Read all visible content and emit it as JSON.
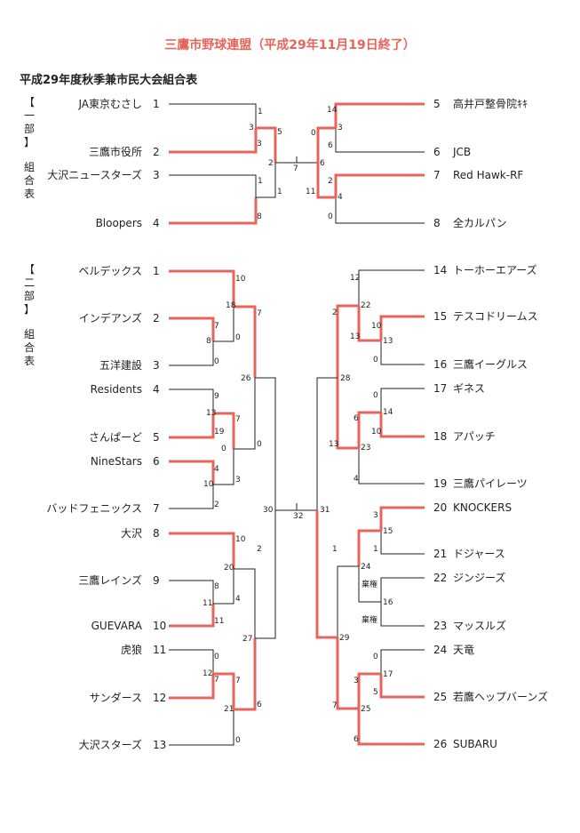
{
  "title": "三鷹市野球連盟（平成29年11月19日終了）",
  "subtitle": "平成29年度秋季兼市民大会組合表",
  "division1": {
    "label_chars": [
      "【",
      "一",
      "部",
      "】",
      "組",
      "合",
      "表"
    ],
    "teams": [
      {
        "no": "1",
        "name": "JA東京むさし"
      },
      {
        "no": "2",
        "name": "三鷹市役所"
      },
      {
        "no": "3",
        "name": "大沢ニュースターズ"
      },
      {
        "no": "4",
        "name": "Bloopers"
      },
      {
        "no": "5",
        "name": "高井戸整骨院ｷｷ"
      },
      {
        "no": "6",
        "name": "JCB"
      },
      {
        "no": "7",
        "name": "Red Hawk-RF"
      },
      {
        "no": "8",
        "name": "全カルパン"
      }
    ],
    "scores": [
      "1",
      "3",
      "3",
      "5",
      "2",
      "1",
      "1",
      "8",
      "14",
      "3",
      "0",
      "6",
      "2",
      "4",
      "11",
      "0",
      "7",
      "6"
    ]
  },
  "division2": {
    "label_chars": [
      "【",
      "二",
      "部",
      "】",
      "組",
      "合",
      "表"
    ],
    "teams": [
      {
        "no": "1",
        "name": "ベルデックス"
      },
      {
        "no": "2",
        "name": "インデアンズ"
      },
      {
        "no": "3",
        "name": "五洋建設"
      },
      {
        "no": "4",
        "name": "Residents"
      },
      {
        "no": "5",
        "name": "さんぱーど"
      },
      {
        "no": "6",
        "name": "NineStars"
      },
      {
        "no": "7",
        "name": "バッドフェニックス"
      },
      {
        "no": "8",
        "name": "大沢"
      },
      {
        "no": "9",
        "name": "三鷹レインズ"
      },
      {
        "no": "10",
        "name": "GUEVARA"
      },
      {
        "no": "11",
        "name": "虎狼"
      },
      {
        "no": "12",
        "name": "サンダース"
      },
      {
        "no": "13",
        "name": "大沢スターズ"
      },
      {
        "no": "14",
        "name": "トーホーエアーズ"
      },
      {
        "no": "15",
        "name": "テスコドリームス"
      },
      {
        "no": "16",
        "name": "三鷹イーグルス"
      },
      {
        "no": "17",
        "name": "ギネス"
      },
      {
        "no": "18",
        "name": "アパッチ"
      },
      {
        "no": "19",
        "name": "三鷹パイレーツ"
      },
      {
        "no": "20",
        "name": "KNOCKERS"
      },
      {
        "no": "21",
        "name": "ドジャース"
      },
      {
        "no": "22",
        "name": "ジンジーズ"
      },
      {
        "no": "23",
        "name": "マッスルズ"
      },
      {
        "no": "24",
        "name": "天竜"
      },
      {
        "no": "25",
        "name": "若鷹ヘップバーンズ"
      },
      {
        "no": "26",
        "name": "SUBARU"
      }
    ],
    "scores": [
      "10",
      "18",
      "7",
      "0",
      "7",
      "8",
      "0",
      "26",
      "0",
      "9",
      "13",
      "7",
      "19",
      "0",
      "4",
      "10",
      "3",
      "2",
      "30",
      "32",
      "31",
      "10",
      "20",
      "2",
      "8",
      "4",
      "11",
      "11",
      "27",
      "0",
      "12",
      "7",
      "7",
      "21",
      "6",
      "0",
      "12",
      "22",
      "2",
      "13",
      "10",
      "13",
      "0",
      "28",
      "0",
      "14",
      "6",
      "10",
      "13",
      "23",
      "4",
      "3",
      "15",
      "1",
      "1",
      "24",
      "棄権",
      "16",
      "棄権",
      "29",
      "0",
      "17",
      "3",
      "5",
      "7",
      "25",
      "6"
    ]
  },
  "colors": {
    "win": "#e8645a",
    "line": "#222222"
  }
}
